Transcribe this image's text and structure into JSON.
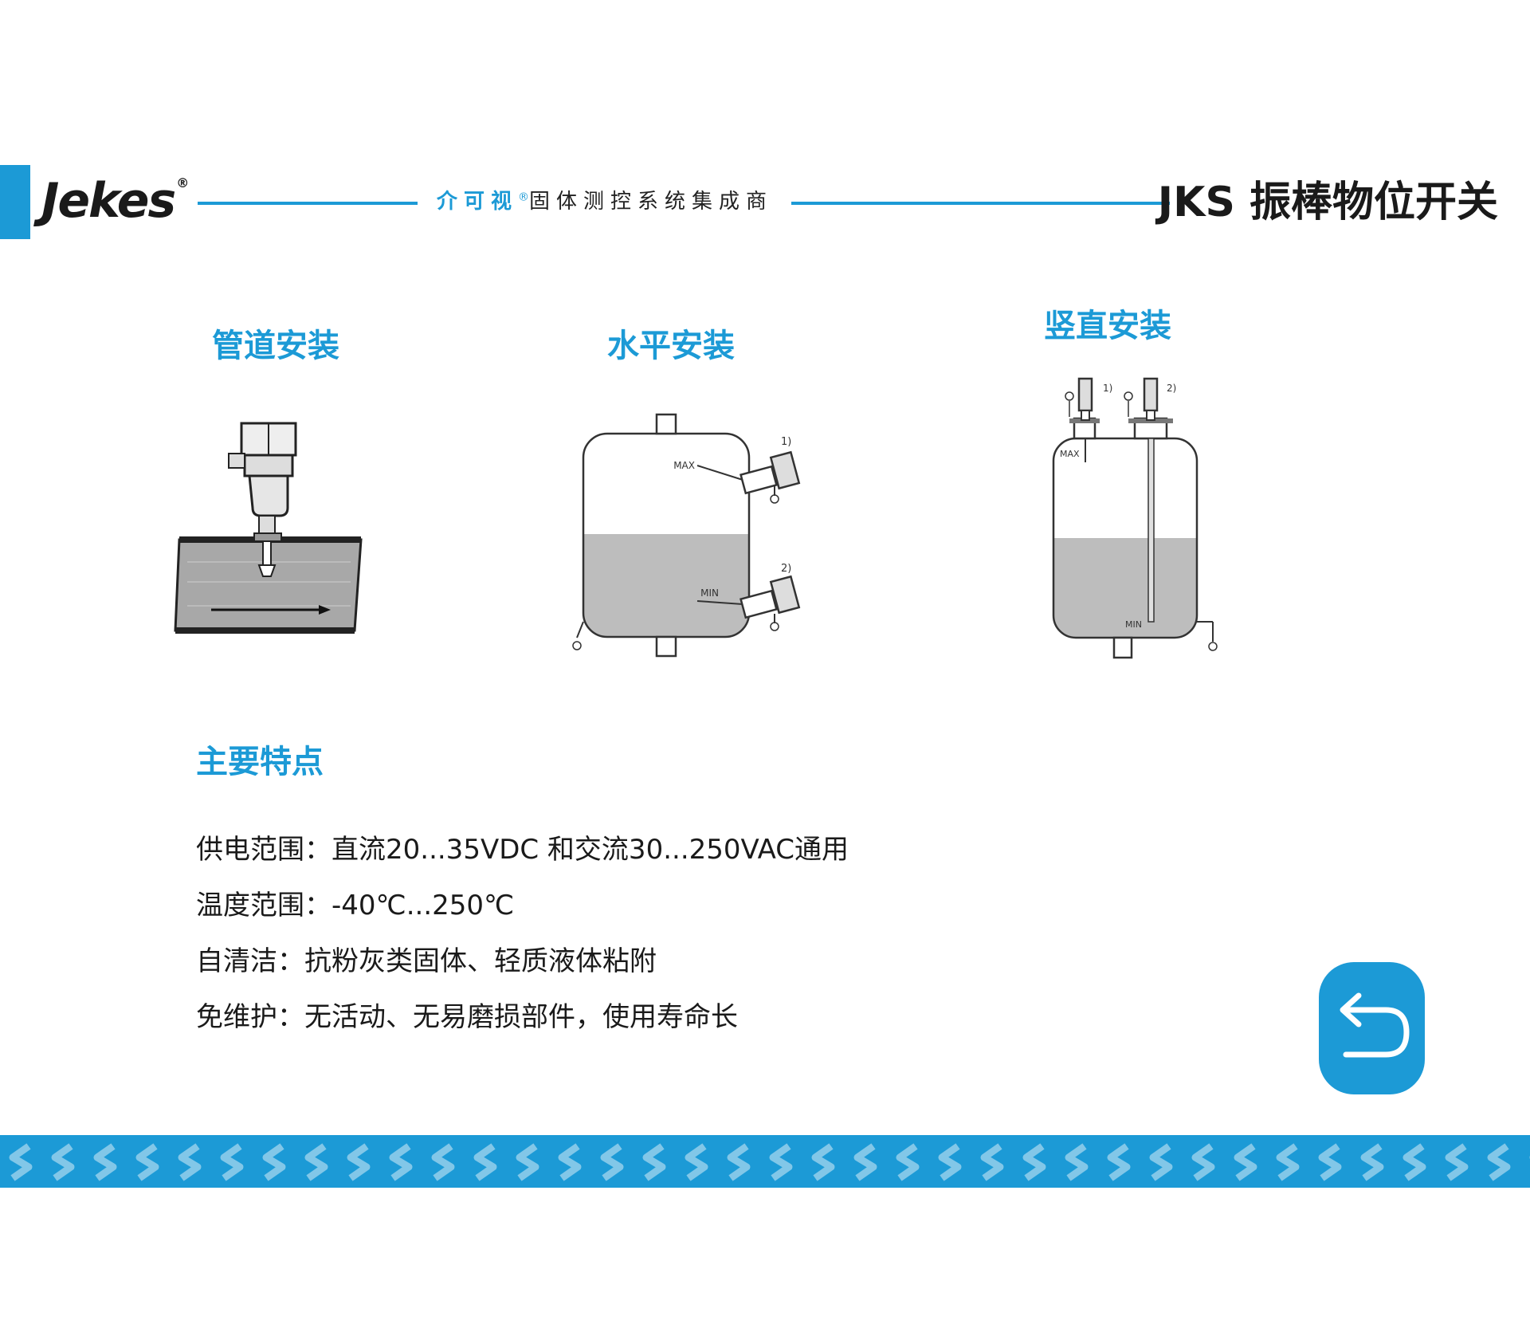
{
  "header": {
    "logo_text": "Jekes",
    "logo_mark": "®",
    "tagline_brand": "介可视",
    "tagline_mark": "®",
    "tagline_rest": "固体测控系统集成商",
    "title": "JKS 振棒物位开关"
  },
  "diagrams": {
    "pipe": {
      "title": "管道安装"
    },
    "horizontal": {
      "title": "水平安装",
      "max_label": "MAX",
      "min_label": "MIN",
      "marker_1": "1)",
      "marker_2": "2)"
    },
    "vertical": {
      "title": "竖直安装",
      "max_label": "MAX",
      "min_label": "MIN",
      "marker_1": "1)",
      "marker_2": "2)"
    }
  },
  "features": {
    "title": "主要特点",
    "items": [
      "供电范围：直流20...35VDC 和交流30...250VAC通用",
      "温度范围：-40℃...250℃",
      "自清洁：抗粉灰类固体、轻质液体粘附",
      "免维护：无活动、无易磨损部件，使用寿命长"
    ]
  },
  "colors": {
    "accent": "#1c9ad6",
    "liquid": "#bdbdbd",
    "line": "#333333"
  },
  "icons": {
    "back": "return-arrow-icon",
    "ground": "ground-symbol-icon",
    "footer": "chevron-pattern"
  }
}
